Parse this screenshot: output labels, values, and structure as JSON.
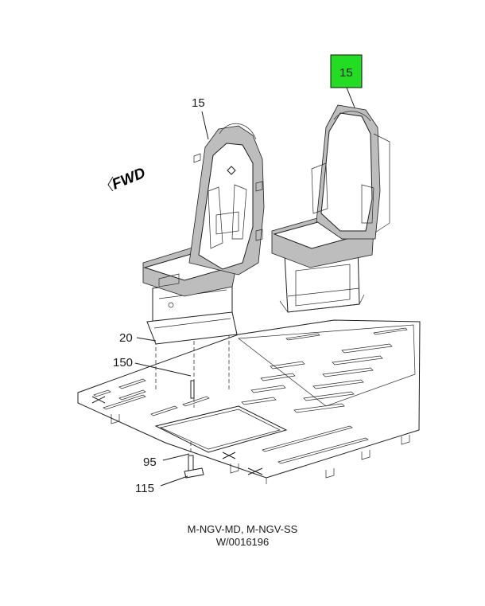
{
  "callouts": {
    "c15_left": "15",
    "c15_right": "15",
    "c20": "20",
    "c150": "150",
    "c95": "95",
    "c115": "115"
  },
  "direction_label": "FWD",
  "caption": {
    "line1": "M-NGV-MD, M-NGV-SS",
    "line2": "W/0016196"
  },
  "colors": {
    "highlight": "#22dd22",
    "ink": "#1e1e1e"
  }
}
